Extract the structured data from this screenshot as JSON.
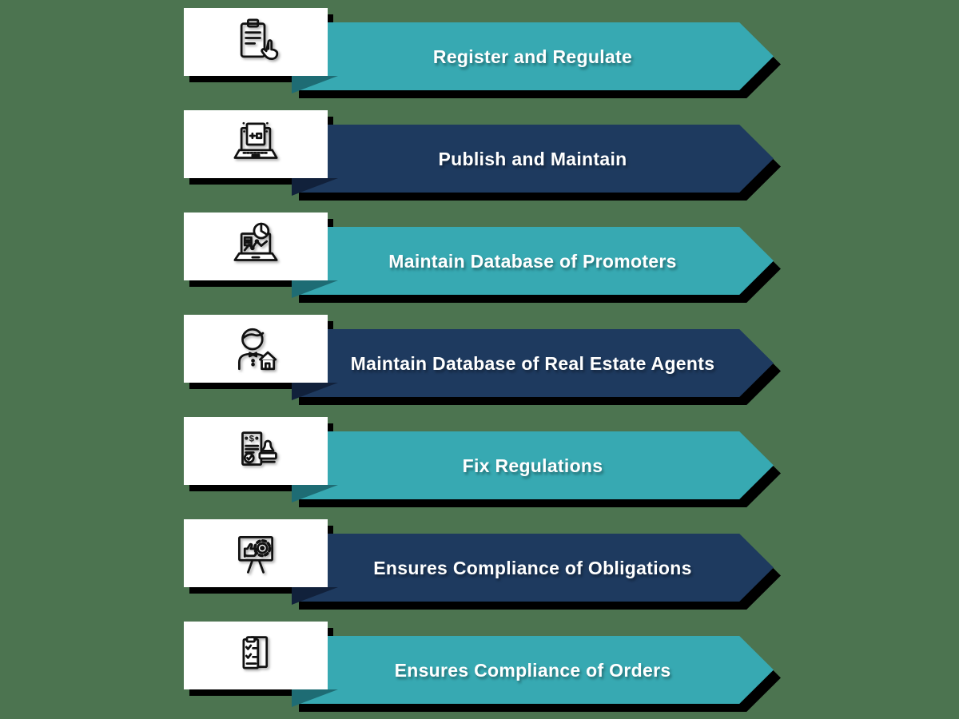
{
  "title": "RERA functions flow diagram",
  "colors": {
    "background": "#4C7450",
    "teal": "#37A9B2",
    "teal_fold": "#1E6C74",
    "navy": "#1E3A5F",
    "navy_fold": "#11213B",
    "shadow": "#000000",
    "card_bg": "#FFFFFF",
    "label_text": "#FFFFFF",
    "icon_stroke": "#111111"
  },
  "rows": [
    {
      "label": "Register and Regulate",
      "color": "teal",
      "icon": "clipboard-click-icon"
    },
    {
      "label": "Publish and Maintain",
      "color": "navy",
      "icon": "laptop-publish-icon"
    },
    {
      "label": "Maintain Database of Promoters",
      "color": "teal",
      "icon": "laptop-analytics-icon"
    },
    {
      "label": "Maintain Database of Real Estate Agents",
      "color": "navy",
      "icon": "agent-house-icon"
    },
    {
      "label": "Fix Regulations",
      "color": "teal",
      "icon": "document-stamp-icon"
    },
    {
      "label": "Ensures Compliance of Obligations",
      "color": "navy",
      "icon": "presentation-gear-icon"
    },
    {
      "label": "Ensures Compliance of Orders",
      "color": "teal",
      "icon": "checklist-icon"
    }
  ]
}
